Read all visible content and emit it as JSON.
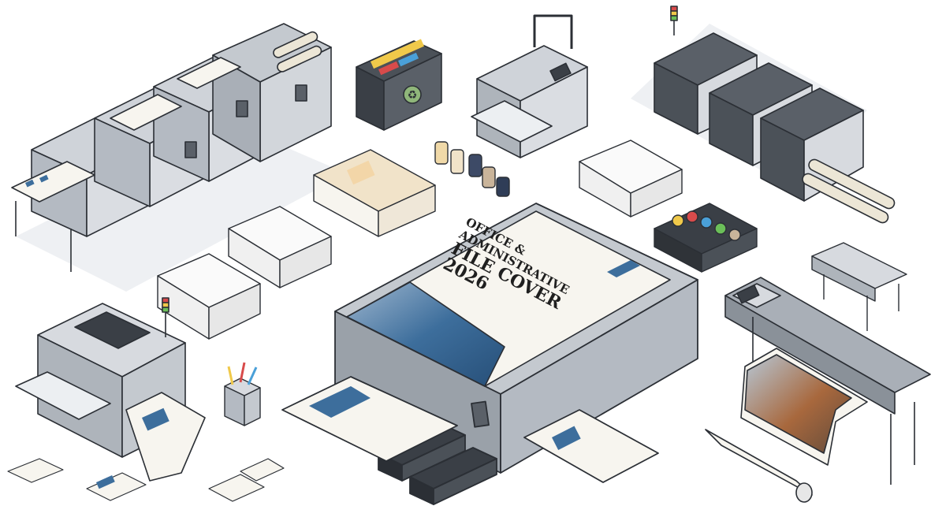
{
  "cover": {
    "line1": "OFFICE &",
    "line2": "ADMINISTRATIVE",
    "line3": "FILE COVER",
    "line4": "2026"
  },
  "colors": {
    "background": "#ffffff",
    "machine_light": "#d7dadf",
    "machine_mid": "#a9afb7",
    "machine_dark": "#5a6068",
    "outline": "#2b2f35",
    "accent_blue": "#3d6e9c",
    "paper": "#f7f5ef",
    "paper_cream": "#f1e3c9",
    "tray_dark": "#3a3f46"
  },
  "icons": [
    "recycle-icon",
    "status-light-icon",
    "ink-bottle-icon",
    "pencil-cup-icon"
  ]
}
